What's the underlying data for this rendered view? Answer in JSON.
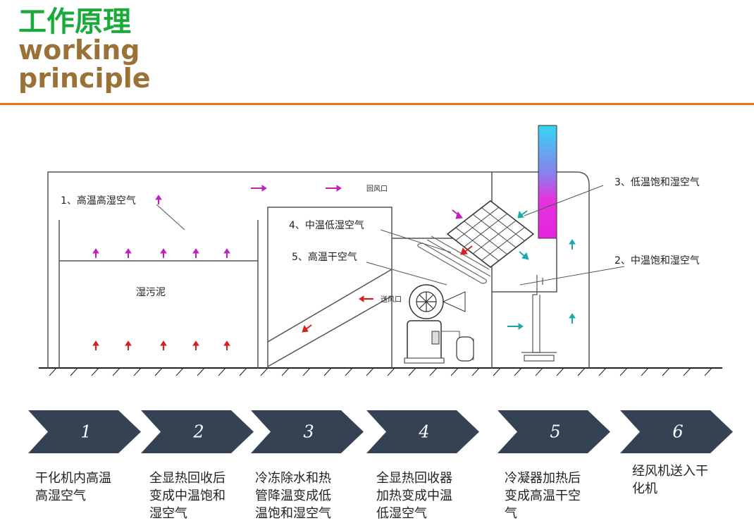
{
  "header": {
    "title_cn": "工作原理",
    "title_en_line1": "working",
    "title_en_line2": "principle"
  },
  "colors": {
    "title_cn": "#1aaa3a",
    "title_en": "#9a7136",
    "rule": "#e8731f",
    "chevron": "#344254",
    "arrow_purple": "#c020c0",
    "arrow_red": "#d42020",
    "arrow_teal": "#1aa8a8"
  },
  "diagram": {
    "callouts": {
      "c1": "1、高温高湿空气",
      "c2": "2、中温饱和湿空气",
      "c3": "3、低温饱和湿空气",
      "c4": "4、中温低湿空气",
      "c5": "5、高温干空气"
    },
    "labels": {
      "sludge": "湿污泥",
      "return_air": "回风口",
      "supply_air": "送风口"
    },
    "icons": [
      "fan-icon",
      "compressor-icon",
      "heat-exchanger-icon",
      "evaporator-icon"
    ]
  },
  "steps": [
    {
      "num": "1",
      "lines": [
        "干化机内高温",
        "高湿空气"
      ]
    },
    {
      "num": "2",
      "lines": [
        "全显热回收后",
        "变成中温饱和",
        "湿空气"
      ]
    },
    {
      "num": "3",
      "lines": [
        "冷冻除水和热",
        "管降温变成低",
        "温饱和湿空气"
      ]
    },
    {
      "num": "4",
      "lines": [
        "全显热回收器",
        "加热变成中温",
        "低湿空气"
      ]
    },
    {
      "num": "5",
      "lines": [
        "冷凝器加热后",
        "变成高温干空",
        "气"
      ]
    },
    {
      "num": "6",
      "lines": [
        "经风机送入干",
        "化机"
      ]
    }
  ]
}
